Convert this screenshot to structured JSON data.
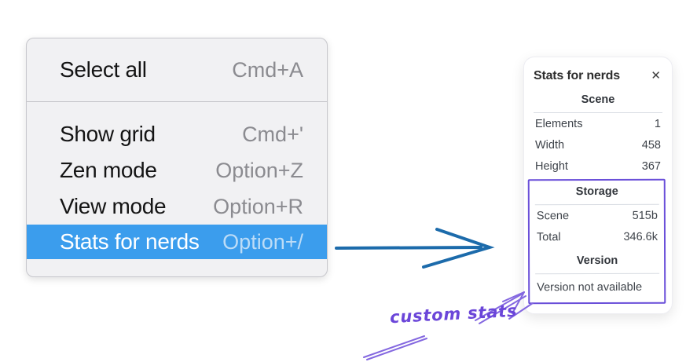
{
  "menu": {
    "items": [
      {
        "label": "Select all",
        "shortcut": "Cmd+A",
        "highlighted": false
      },
      {
        "label": "Show grid",
        "shortcut": "Cmd+'",
        "highlighted": false
      },
      {
        "label": "Zen mode",
        "shortcut": "Option+Z",
        "highlighted": false
      },
      {
        "label": "View mode",
        "shortcut": "Option+R",
        "highlighted": false
      },
      {
        "label": "Stats for nerds",
        "shortcut": "Option+/",
        "highlighted": true
      }
    ]
  },
  "stats_panel": {
    "title": "Stats for nerds",
    "sections": {
      "scene": {
        "header": "Scene",
        "rows": [
          {
            "label": "Elements",
            "value": "1"
          },
          {
            "label": "Width",
            "value": "458"
          },
          {
            "label": "Height",
            "value": "367"
          }
        ]
      },
      "storage": {
        "header": "Storage",
        "rows": [
          {
            "label": "Scene",
            "value": "515b"
          },
          {
            "label": "Total",
            "value": "346.6k"
          }
        ]
      },
      "version": {
        "header": "Version",
        "message": "Version not available"
      }
    }
  },
  "annotations": {
    "custom_stats_label": "custom stats"
  },
  "icons": {
    "close": "✕"
  },
  "colors": {
    "menu_highlight": "#3b9ded",
    "menu_background": "#f1f1f3",
    "blue_arrow": "#1c6bab",
    "purple_box": "#6a4fd9",
    "purple_sketch": "#8468e0",
    "purple_text": "#6b46d9"
  }
}
